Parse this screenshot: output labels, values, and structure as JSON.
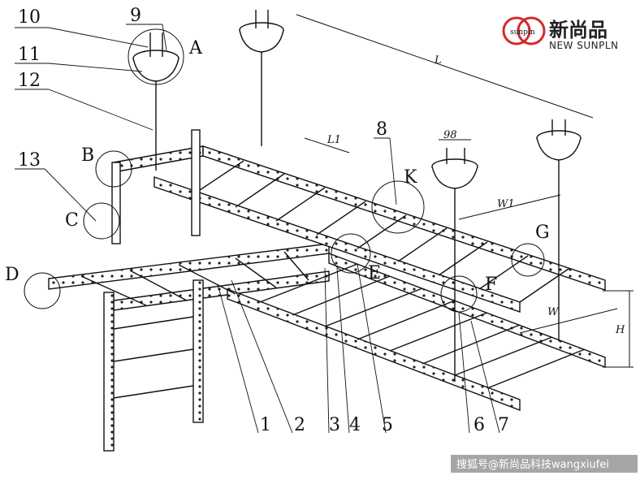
{
  "logo": {
    "badge": "sunpin",
    "cn": "新尚品",
    "en": "NEW SUNPLN",
    "color": "#d42a2a"
  },
  "labels": {
    "n1": "1",
    "n2": "2",
    "n3": "3",
    "n4": "4",
    "n5": "5",
    "n6": "6",
    "n7": "7",
    "n8": "8",
    "n9": "9",
    "n10": "10",
    "n11": "11",
    "n12": "12",
    "n13": "13",
    "A": "A",
    "B": "B",
    "C": "C",
    "D": "D",
    "E": "E",
    "F": "F",
    "G": "G",
    "K": "K"
  },
  "dimensions": {
    "L": "L",
    "L1": "L1",
    "W1": "W1",
    "W": "W",
    "H": "H",
    "d98": "98"
  },
  "watermark": "搜狐号@新尚品科技wangxiufei"
}
